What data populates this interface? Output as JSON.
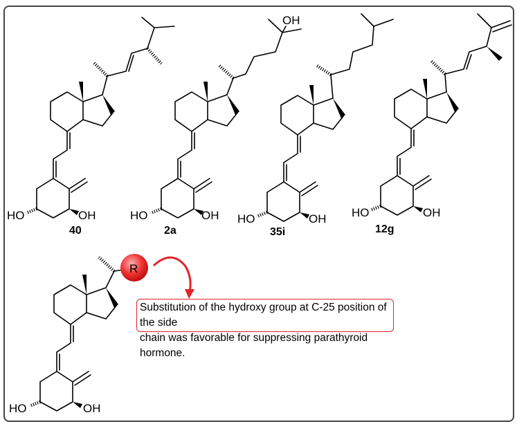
{
  "compounds": [
    {
      "id": "40",
      "label": "40"
    },
    {
      "id": "2a",
      "label": "2a"
    },
    {
      "id": "35i",
      "label": "35i"
    },
    {
      "id": "12g",
      "label": "12g"
    }
  ],
  "atoms": {
    "ho": "HO",
    "oh": "OH",
    "r": "R"
  },
  "note": {
    "line1": "Substitution of the hydroxy group at C-25 position of the side",
    "line2": "chain was favorable for suppressing parathyroid hormone."
  },
  "colors": {
    "accent": "#e0242a",
    "frame": "#444444"
  }
}
